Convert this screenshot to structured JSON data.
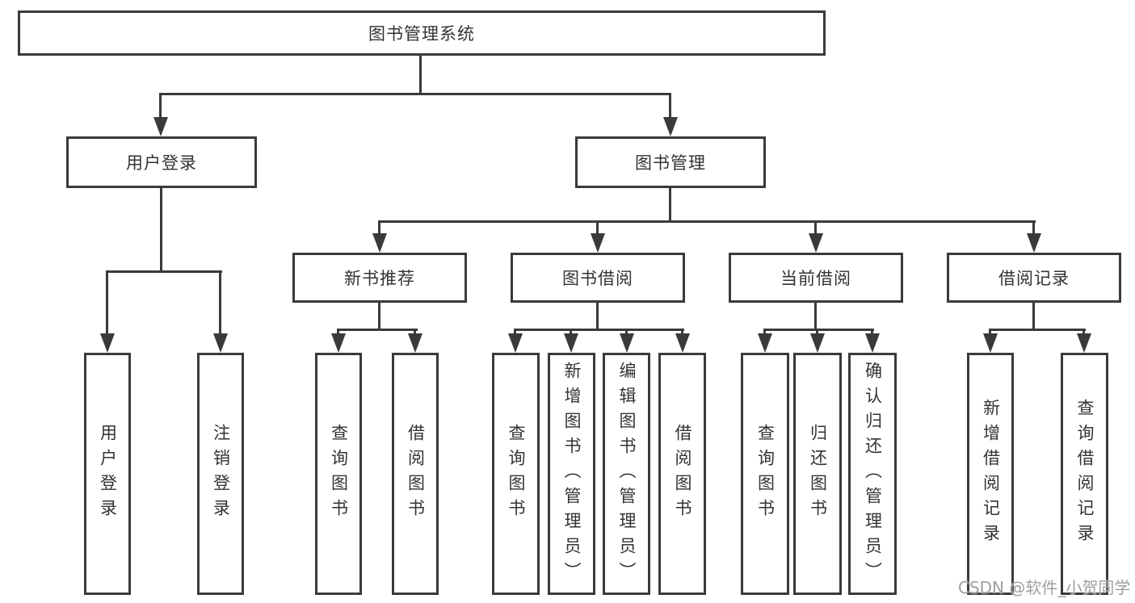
{
  "colors": {
    "line": "#3a3a3a",
    "text": "#333333",
    "background": "#ffffff",
    "watermark": "#9e9e9e"
  },
  "root": {
    "label": "图书管理系统"
  },
  "branches": [
    {
      "label": "用户登录",
      "children": [
        {
          "label": "用户登录"
        },
        {
          "label": "注销登录"
        }
      ]
    },
    {
      "label": "图书管理",
      "children": [
        {
          "label": "新书推荐",
          "children": [
            {
              "label": "查询图书"
            },
            {
              "label": "借阅图书"
            }
          ]
        },
        {
          "label": "图书借阅",
          "children": [
            {
              "label": "查询图书"
            },
            {
              "label": "新增图书（管理员）"
            },
            {
              "label": "编辑图书（管理员）"
            },
            {
              "label": "借阅图书"
            }
          ]
        },
        {
          "label": "当前借阅",
          "children": [
            {
              "label": "查询图书"
            },
            {
              "label": "归还图书"
            },
            {
              "label": "确认归还（管理员）"
            }
          ]
        },
        {
          "label": "借阅记录",
          "children": [
            {
              "label": "新增借阅记录"
            },
            {
              "label": "查询借阅记录"
            }
          ]
        }
      ]
    }
  ],
  "watermark": "CSDN @软件_小贺同学"
}
